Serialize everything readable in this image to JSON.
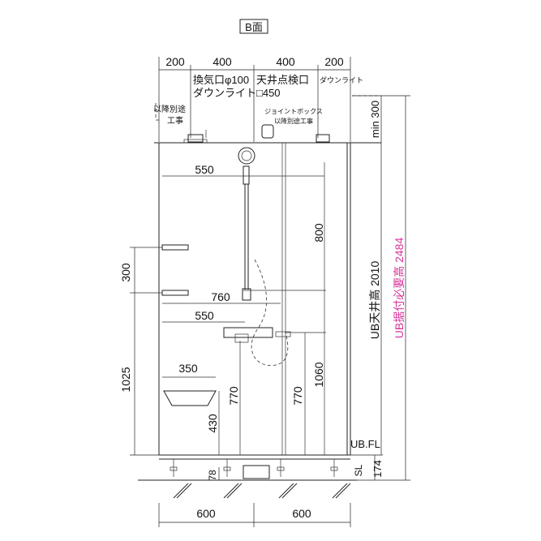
{
  "face_label": "B面",
  "top_dims": [
    "200",
    "400",
    "400",
    "200"
  ],
  "labels": {
    "vent": "換気口φ100",
    "downlight": "ダウンライト",
    "ceiling_hatch": "天井点検口",
    "hatch_size": "□450",
    "downlight_small": "ダウンライト",
    "separate_work_1": "以降別途",
    "separate_work_2": "工事",
    "joint_box_1": "ジョイントボックス",
    "joint_box_2": "以降別途工事",
    "min300": "min 300",
    "ub_ceiling": "UB天井高 2010",
    "ub_required": "UB据付必要高 2484",
    "ubfl": "UB.FL",
    "sl": "SL"
  },
  "inner_dims": {
    "d550_top": "550",
    "d800": "800",
    "d760": "760",
    "d550_mid": "550",
    "d350": "350",
    "d1060": "1060",
    "d770_a": "770",
    "d770_b": "770",
    "d430": "430"
  },
  "left_dims": {
    "d300": "300",
    "d1025": "1025"
  },
  "bottom_dims": {
    "d78": "78",
    "d174": "174",
    "w1": "600",
    "w2": "600"
  },
  "colors": {
    "magenta": "#d6339a",
    "line": "#222222"
  }
}
